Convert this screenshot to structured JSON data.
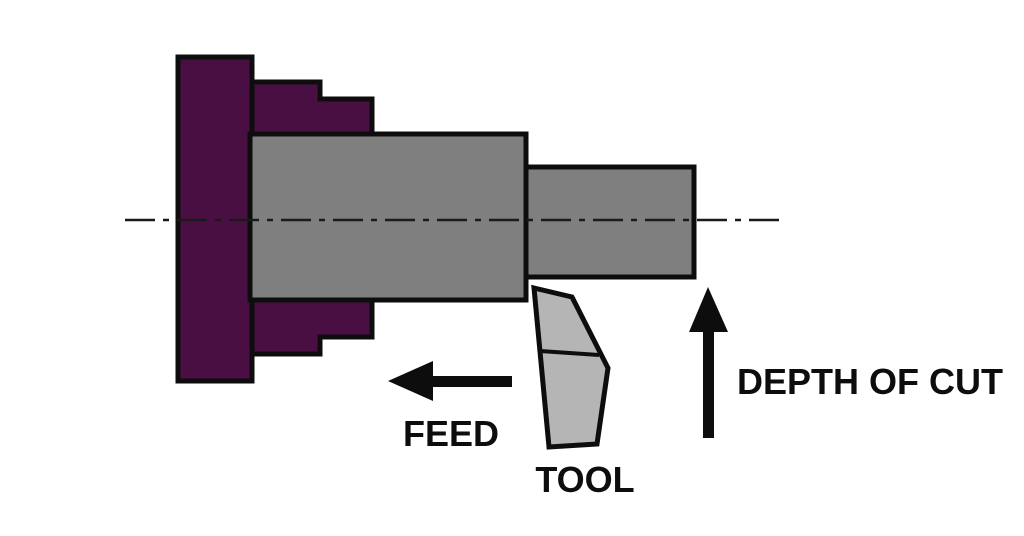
{
  "diagram": {
    "name": "lathe-turning-operation-diagram",
    "labels": {
      "feed": "FEED",
      "tool": "TOOL",
      "depth_of_cut": "DEPTH OF CUT"
    },
    "colors": {
      "chuck": "#4a0f42",
      "workpiece": "#7f7f7f",
      "tool_bit": "#b5b5b5",
      "outline": "#0d0d0d",
      "background": "#ffffff"
    }
  }
}
